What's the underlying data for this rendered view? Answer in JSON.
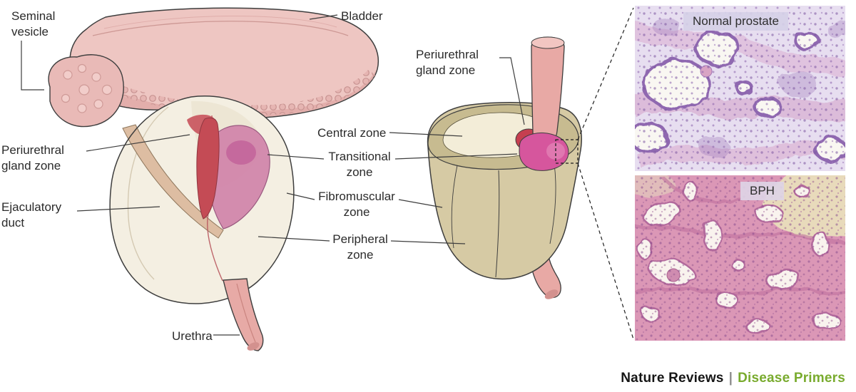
{
  "palette": {
    "accent_green": "#79ab2e",
    "zone_transitional_pink": "#cf81a9",
    "zone_periurethral_red": "#c4454f",
    "zone_central_cream": "#f3edd8",
    "prostate_tan": "#d6caa4",
    "tissue_pink": "#e9bab7"
  },
  "left_figure": {
    "labels": {
      "seminal_vesicle": "Seminal\nvesicle",
      "bladder": "Bladder",
      "periurethral_gland_zone": "Periurethral\ngland zone",
      "ejaculatory_duct": "Ejaculatory\nduct",
      "urethra": "Urethra"
    }
  },
  "zones": {
    "central": "Central zone",
    "transitional": "Transitional\nzone",
    "fibromuscular": "Fibromuscular\nzone",
    "peripheral": "Peripheral\nzone"
  },
  "middle_figure": {
    "labels": {
      "periurethral_gland_zone": "Periurethral\ngland zone"
    }
  },
  "histology": {
    "normal_label": "Normal prostate",
    "bph_label": "BPH"
  },
  "footer": {
    "journal": "Nature Reviews",
    "separator": "|",
    "series": "Disease Primers"
  }
}
